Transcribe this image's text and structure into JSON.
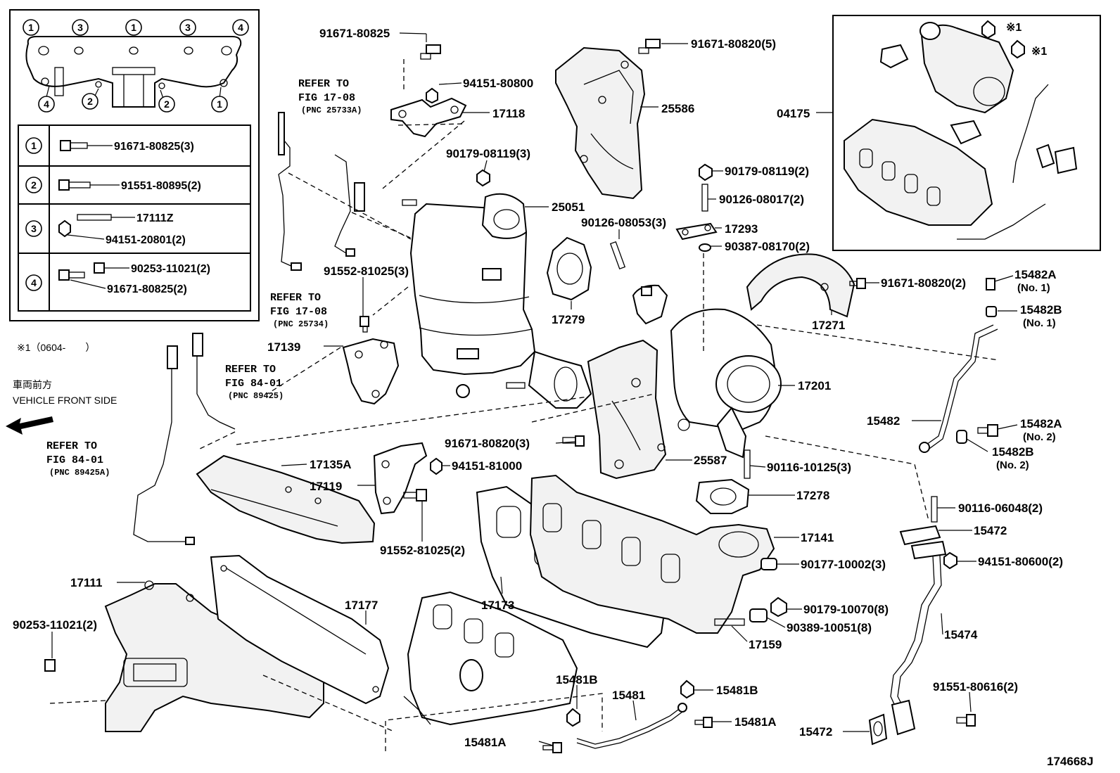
{
  "figure_id": "174668J",
  "legend": {
    "rows": [
      {
        "num": "1",
        "parts": [
          "91671-80825(3)"
        ]
      },
      {
        "num": "2",
        "parts": [
          "91551-80895(2)"
        ]
      },
      {
        "num": "3",
        "parts": [
          "17111Z",
          "94151-20801(2)"
        ]
      },
      {
        "num": "4",
        "parts": [
          "90253-11021(2)",
          "91671-80825(2)"
        ]
      }
    ],
    "top_circles": [
      "1",
      "3",
      "1",
      "3",
      "4"
    ],
    "bottom_circles": [
      "4",
      "2",
      "2",
      "1"
    ]
  },
  "notes": {
    "star_note": "※1（0604-　　）",
    "front_jp": "車両前方",
    "front_en": "VEHICLE FRONT SIDE",
    "star_label": "※1"
  },
  "refs": [
    {
      "line1": "REFER TO",
      "line2": "FIG 17-08",
      "line3": "(PNC 25733A)"
    },
    {
      "line1": "REFER TO",
      "line2": "FIG 17-08",
      "line3": "(PNC 25734)"
    },
    {
      "line1": "REFER TO",
      "line2": "FIG 84-01",
      "line3": "(PNC 89425)"
    },
    {
      "line1": "REFER TO",
      "line2": "FIG 84-01",
      "line3": "(PNC 89425A)"
    }
  ],
  "labels": {
    "p91671_80825": "91671-80825",
    "p94151_80800": "94151-80800",
    "p17118": "17118",
    "p90179_08119_3": "90179-08119(3)",
    "p25051": "25051",
    "p91671_80820_5": "91671-80820(5)",
    "p25586": "25586",
    "p04175": "04175",
    "p90179_08119_2": "90179-08119(2)",
    "p90126_08017_2": "90126-08017(2)",
    "p90126_08053_3": "90126-08053(3)",
    "p17293": "17293",
    "p90387_08170_2": "90387-08170(2)",
    "p91552_81025_3": "91552-81025(3)",
    "p17279": "17279",
    "p17271": "17271",
    "p91671_80820_2": "91671-80820(2)",
    "p15482A": "15482A",
    "no1": "(No. 1)",
    "p15482B": "15482B",
    "p17139": "17139",
    "p17201": "17201",
    "p15482": "15482",
    "no2": "(No. 2)",
    "p91671_80820_3": "91671-80820(3)",
    "p25587": "25587",
    "p17135A": "17135A",
    "p94151_81000": "94151-81000",
    "p17119": "17119",
    "p90116_10125_3": "90116-10125(3)",
    "p17278": "17278",
    "p90116_06048_2": "90116-06048(2)",
    "p15472": "15472",
    "p91552_81025_2": "91552-81025(2)",
    "p17141": "17141",
    "p90177_10002_3": "90177-10002(3)",
    "p94151_80600_2": "94151-80600(2)",
    "p17111": "17111",
    "p17177": "17177",
    "p17173": "17173",
    "p90179_10070_8": "90179-10070(8)",
    "p90389_10051_8": "90389-10051(8)",
    "p15474": "15474",
    "p90253_11021_2": "90253-11021(2)",
    "p17159": "17159",
    "p15481B": "15481B",
    "p15481": "15481",
    "p15481A": "15481A",
    "p91551_80616_2": "91551-80616(2)"
  }
}
